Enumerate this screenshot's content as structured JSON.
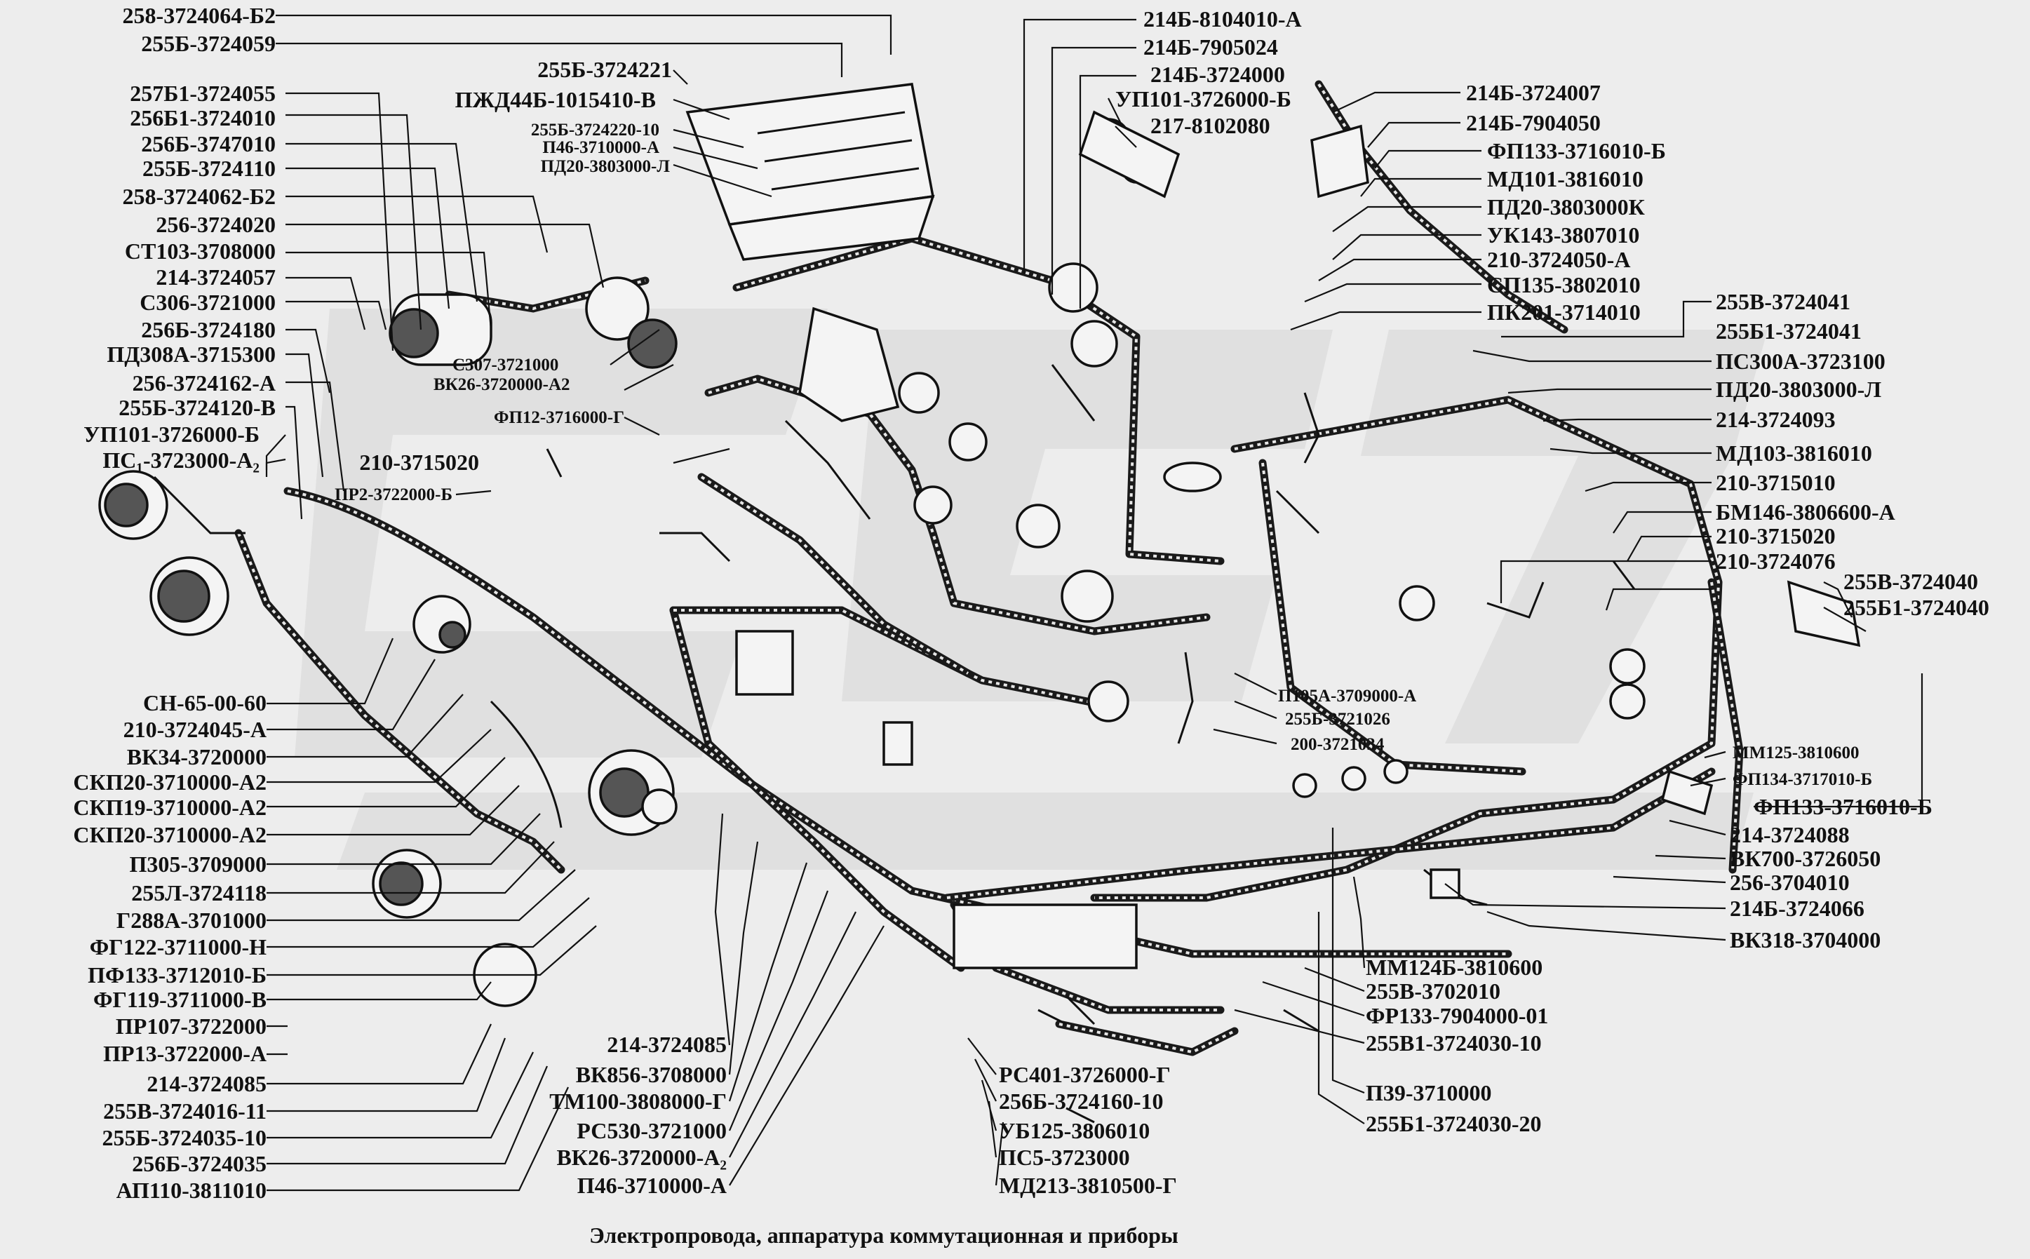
{
  "caption": "Электропровода, аппаратура коммутационная и приборы",
  "labels": [
    {
      "text": "258-3724064-Б2"
    },
    {
      "text": "255Б-3724059"
    },
    {
      "text": "257Б1-3724055"
    },
    {
      "text": "256Б1-3724010"
    },
    {
      "text": "256Б-3747010"
    },
    {
      "text": "255Б-3724110"
    },
    {
      "text": "258-3724062-Б2"
    },
    {
      "text": "256-3724020"
    },
    {
      "text": "СТ103-3708000"
    },
    {
      "text": "214-3724057"
    },
    {
      "text": "С306-3721000"
    },
    {
      "text": "256Б-3724180"
    },
    {
      "text": "ПД308А-3715300"
    },
    {
      "text": "256-3724162-А"
    },
    {
      "text": "255Б-3724120-В"
    },
    {
      "text": "УП101-3726000-Б"
    },
    {
      "text": "ПС₁-3723000-А₂"
    },
    {
      "text": "СН-65-00-60"
    },
    {
      "text": "210-3724045-А"
    },
    {
      "text": "ВК34-3720000"
    },
    {
      "text": "СКП20-3710000-А2"
    },
    {
      "text": "СКП19-3710000-А2"
    },
    {
      "text": "СКП20-3710000-А2"
    },
    {
      "text": "П305-3709000"
    },
    {
      "text": "255Л-3724118"
    },
    {
      "text": "Г288А-3701000"
    },
    {
      "text": "ФГ122-3711000-Н"
    },
    {
      "text": "ПФ133-3712010-Б"
    },
    {
      "text": "ФГ119-3711000-В"
    },
    {
      "text": "ПР107-3722000"
    },
    {
      "text": "ПР13-3722000-А"
    },
    {
      "text": "214-3724085"
    },
    {
      "text": "255В-3724016-11"
    },
    {
      "text": "255Б-3724035-10"
    },
    {
      "text": "256Б-3724035"
    },
    {
      "text": "АП110-3811010"
    },
    {
      "text": "255Б-3724221"
    },
    {
      "text": "ПЖД44Б-1015410-В"
    },
    {
      "text": "255Б-3724220-10"
    },
    {
      "text": "П46-3710000-А"
    },
    {
      "text": "ПД20-3803000-Л"
    },
    {
      "text": "С307-3721000"
    },
    {
      "text": "ВК26-3720000-А2"
    },
    {
      "text": "ФП12-3716000-Г"
    },
    {
      "text": "210-3715020"
    },
    {
      "text": "ПР2-3722000-Б"
    },
    {
      "text": "214Б-8104010-А"
    },
    {
      "text": "214Б-7905024"
    },
    {
      "text": "214Б-3724000"
    },
    {
      "text": "УП101-3726000-Б"
    },
    {
      "text": "217-8102080"
    },
    {
      "text": "214Б-3724007"
    },
    {
      "text": "214Б-7904050"
    },
    {
      "text": "ФП133-3716010-Б"
    },
    {
      "text": "МД101-3816010"
    },
    {
      "text": "ПД20-3803000К"
    },
    {
      "text": "УК143-3807010"
    },
    {
      "text": "210-3724050-А"
    },
    {
      "text": "СП135-3802010"
    },
    {
      "text": "ПК201-3714010"
    },
    {
      "text": "255В-3724041"
    },
    {
      "text": "255Б1-3724041"
    },
    {
      "text": "ПС300А-3723100"
    },
    {
      "text": "ПД20-3803000-Л"
    },
    {
      "text": "214-3724093"
    },
    {
      "text": "МД103-3816010"
    },
    {
      "text": "210-3715010"
    },
    {
      "text": "БМ146-3806600-А"
    },
    {
      "text": "210-3715020"
    },
    {
      "text": "210-3724076"
    },
    {
      "text": "255В-3724040"
    },
    {
      "text": "255Б1-3724040"
    },
    {
      "text": "ММ125-3810600"
    },
    {
      "text": "ФП134-3717010-Б"
    },
    {
      "text": "ФП133-3716010-Б"
    },
    {
      "text": "214-3724088"
    },
    {
      "text": "ВК700-3726050"
    },
    {
      "text": "256-3704010"
    },
    {
      "text": "214Б-3724066"
    },
    {
      "text": "ВК318-3704000"
    },
    {
      "text": "П105А-3709000-А"
    },
    {
      "text": "255Б-3721026"
    },
    {
      "text": "200-3721034"
    },
    {
      "text": "ММ124Б-3810600"
    },
    {
      "text": "255В-3702010"
    },
    {
      "text": "ФР133-7904000-01"
    },
    {
      "text": "255В1-3724030-10"
    },
    {
      "text": "П39-3710000"
    },
    {
      "text": "255Б1-3724030-20"
    },
    {
      "text": "214-3724085"
    },
    {
      "text": "ВК856-3708000"
    },
    {
      "text": "ТМ100-3808000-Г"
    },
    {
      "text": "РС530-3721000"
    },
    {
      "text": "ВК26-3720000-А₂"
    },
    {
      "text": "П46-3710000-А"
    },
    {
      "text": "РС401-3726000-Г"
    },
    {
      "text": "256Б-3724160-10"
    },
    {
      "text": "УБ125-3806010"
    },
    {
      "text": "ПС5-3723000"
    },
    {
      "text": "МД213-3810500-Г"
    }
  ]
}
